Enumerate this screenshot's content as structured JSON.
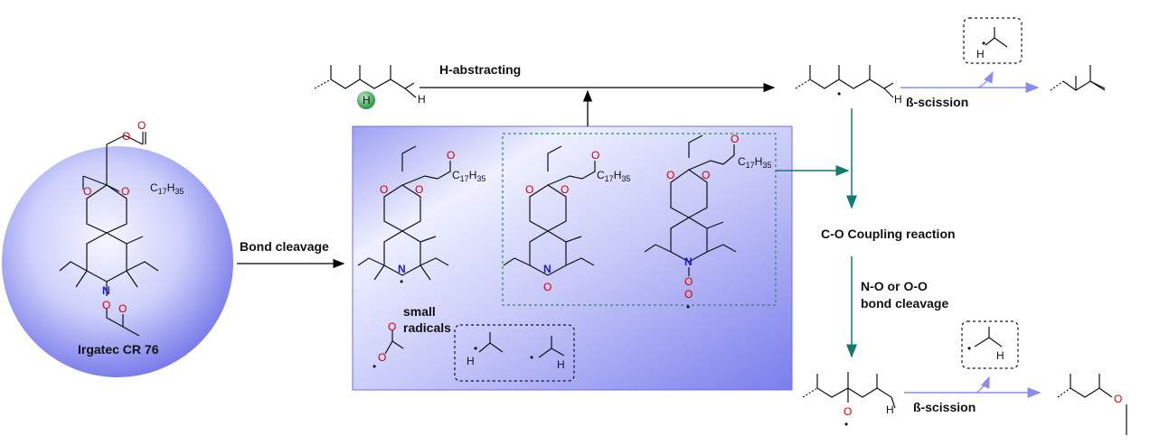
{
  "labels": {
    "h_abstracting": "H-abstracting",
    "beta_scission_top": "ß-scission",
    "bond_cleavage": "Bond cleavage",
    "co_coupling": "C-O Coupling reaction",
    "no_oo_line1": "N-O or O-O",
    "no_oo_line2": "bond cleavage",
    "beta_scission_bottom": "ß-scission",
    "small_radicals_line1": "small",
    "small_radicals_line2": "radicals",
    "compound_name": "Irgatec CR 76"
  },
  "chain": {
    "c17h35": {
      "c": "C",
      "sub1": "17",
      "h": "H",
      "sub2": "35"
    }
  },
  "atoms": {
    "O": "O",
    "N": "N",
    "H": "H",
    "radical_dot": "•"
  },
  "colors": {
    "arrow_black": "#000000",
    "arrow_teal": "#127a6e",
    "arrow_lavender": "#8c8cf0",
    "box_gradient_start": "#eef0ff",
    "box_gradient_end": "#7f83ee",
    "circle_center": "#f4f4ff",
    "circle_edge": "#7d80ec",
    "oxygen": "#d10000",
    "nitrogen": "#1a1ad6",
    "h_ball": "#45b061",
    "dashed_green": "#2a8a6a"
  }
}
